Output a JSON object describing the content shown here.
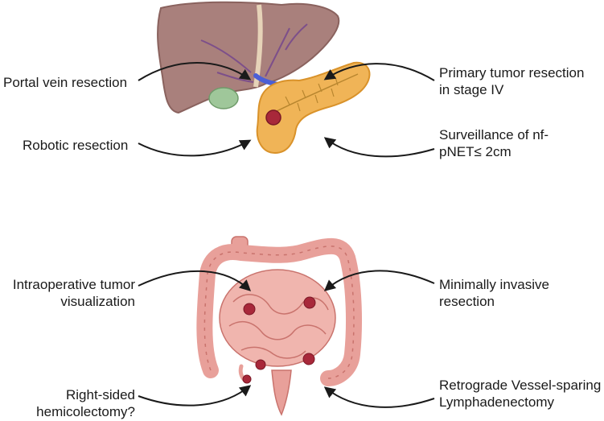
{
  "labels": {
    "portal_vein": "Portal vein resection",
    "primary_tumor_1": "Primary tumor resection",
    "primary_tumor_2": "in stage IV",
    "robotic": "Robotic resection",
    "surveillance_1": "Surveillance of nf-",
    "surveillance_2": "pNET≤ 2cm",
    "intraop_1": "Intraoperative tumor",
    "intraop_2": "visualization",
    "minimally_1": "Minimally invasive",
    "minimally_2": "resection",
    "right_sided_1": "Right-sided",
    "right_sided_2": "hemicolectomy?",
    "retrograde_1": "Retrograde Vessel-sparing",
    "retrograde_2": "Lymphadenectomy"
  },
  "colors": {
    "liver": "#a9807c",
    "liver_dark": "#8a625e",
    "gallbladder": "#9fc79a",
    "pancreas": "#f0b457",
    "pancreas_dark": "#d9922a",
    "tumor": "#a8283a",
    "portal_vein": "#4b5fd6",
    "intestine": "#e8a09a",
    "intestine_dark": "#c9736d",
    "arrow": "#1a1a1a"
  }
}
